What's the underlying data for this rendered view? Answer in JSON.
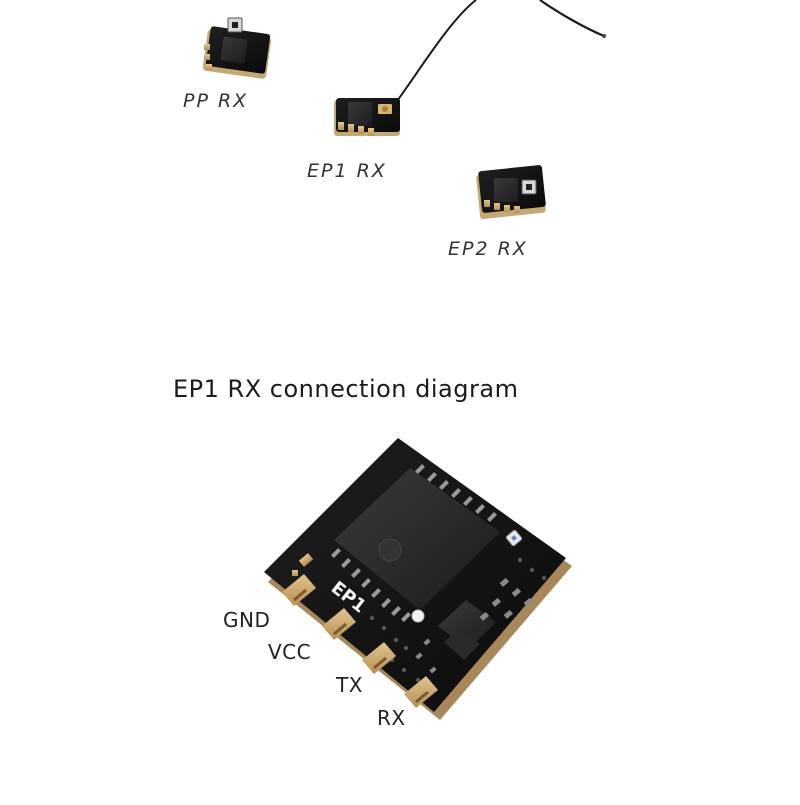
{
  "receivers": {
    "pp": {
      "label": "PP RX"
    },
    "ep1": {
      "label": "EP1 RX"
    },
    "ep2": {
      "label": "EP2 RX"
    }
  },
  "diagram": {
    "title": "EP1 RX connection diagram",
    "board_silkscreen": "EP1",
    "pins": [
      {
        "label": "GND"
      },
      {
        "label": "VCC"
      },
      {
        "label": "TX"
      },
      {
        "label": "RX"
      }
    ]
  },
  "colors": {
    "pcb": "#141414",
    "gold_pad": "#cba46a",
    "chip": "#2b2b2b",
    "text": "#222222",
    "antenna_wire": "#1a1a1a"
  }
}
